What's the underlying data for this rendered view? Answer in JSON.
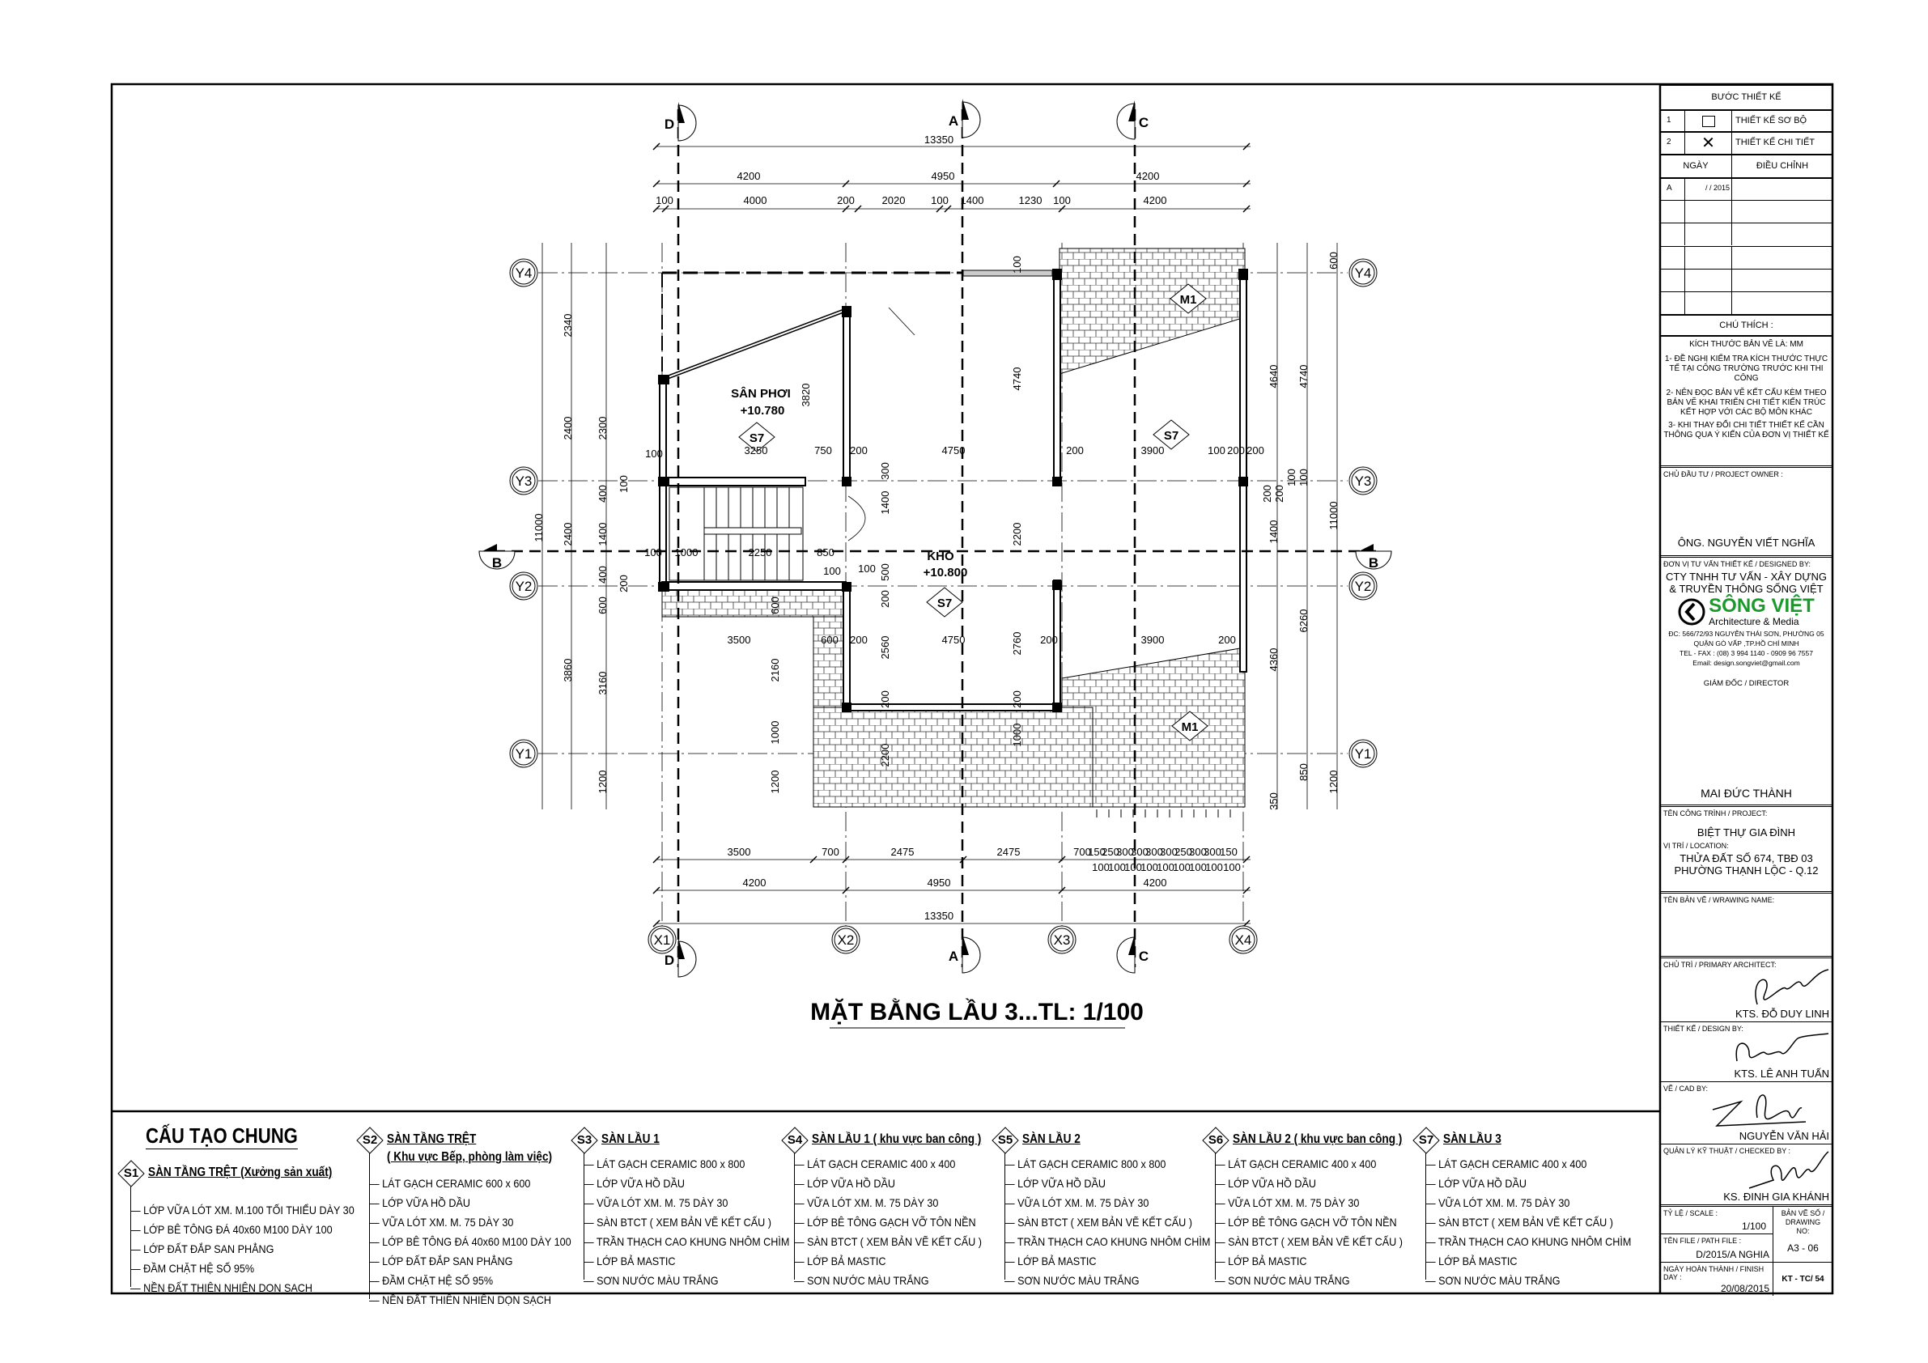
{
  "plan": {
    "title": "MẶT BẰNG LẦU 3...TL: 1/100",
    "grid_x": [
      "X1",
      "X2",
      "X3",
      "X4"
    ],
    "grid_y": [
      "Y4",
      "Y3",
      "Y2",
      "Y1"
    ],
    "sections": {
      "d": "D",
      "a": "A",
      "c": "C",
      "b": "B"
    },
    "rooms": [
      {
        "name": "SÂN PHƠI",
        "level": "+10.780",
        "tag": "S7"
      },
      {
        "name": "KHO",
        "level": "+10.800",
        "tag": "S7"
      }
    ],
    "tags": [
      "S7",
      "M1",
      "M1"
    ],
    "dims": {
      "top_total": "13350",
      "top_row2": [
        "4200",
        "4950",
        "4200"
      ],
      "top_row3": [
        "100",
        "4000",
        "200",
        "2020",
        "100",
        "1400",
        "1230",
        "100",
        "4200"
      ],
      "bottom_row1": [
        "3500",
        "700",
        "2475",
        "2475",
        "700",
        "150",
        "250",
        "300",
        "300",
        "300",
        "300",
        "250",
        "300",
        "300",
        "150"
      ],
      "bottom_row1_sub": [
        "100",
        "100",
        "100",
        "100",
        "100",
        "100",
        "100",
        "100",
        "100"
      ],
      "bottom_row2": [
        "4200",
        "4950",
        "4200"
      ],
      "bottom_total": "13350",
      "interior_h": [
        "3250",
        "750",
        "200",
        "4750",
        "200",
        "3900",
        "100",
        "200",
        "200",
        "100",
        "100",
        "1000",
        "2250",
        "850",
        "100",
        "100",
        "3500",
        "600",
        "200",
        "4750",
        "200",
        "3900",
        "200"
      ],
      "interior_v": [
        "3820",
        "4740",
        "100",
        "2200",
        "2760",
        "2560",
        "200",
        "500",
        "200",
        "200",
        "1400",
        "300",
        "2160",
        "1000",
        "1200",
        "2200",
        "1000",
        "600"
      ],
      "left_v": [
        "2340",
        "2400",
        "2300",
        "11000",
        "2400",
        "1400",
        "400",
        "100",
        "400",
        "200",
        "600",
        "3860",
        "3160",
        "1200"
      ],
      "right_v": [
        "600",
        "4640",
        "4740",
        "11000",
        "1400",
        "6260",
        "4360",
        "850",
        "1200",
        "350",
        "100",
        "100",
        "200",
        "200"
      ]
    }
  },
  "legend": {
    "title": "CẤU TẠO CHUNG",
    "sections": [
      {
        "tag": "S1",
        "title": "SÀN TẦNG TRỆT (Xưởng sản xuất)",
        "items": [
          "LỚP VỮA LÓT XM. M.100 TỐI THIỂU DÀY 30",
          "LỚP BÊ TÔNG ĐÁ 40x60 M100  DÀY 100",
          "LỚP ĐẤT ĐẮP SAN PHẲNG",
          "ĐẦM CHẶT HỆ SỐ 95%",
          "NỀN ĐẤT THIÊN NHIÊN DỌN SẠCH"
        ]
      },
      {
        "tag": "S2",
        "title": "SÀN TẦNG TRỆT",
        "subtitle": "( Khu vực Bếp, phòng làm việc)",
        "items": [
          "LÁT GẠCH CERAMIC  600 x 600",
          "LỚP VỮA HỒ DẦU",
          "VỮA LÓT XM. M. 75 DÀY 30",
          "LỚP BÊ TÔNG ĐÁ 40x60 M100  DÀY 100",
          "LỚP ĐẤT ĐẮP SAN PHẲNG",
          "ĐẦM CHẶT HỆ SỐ 95%",
          "NỀN ĐẤT THIÊN NHIÊN DỌN SẠCH"
        ]
      },
      {
        "tag": "S3",
        "title": "SÀN LẦU 1",
        "items": [
          "LÁT GẠCH CERAMIC 800 x 800",
          "LỚP VỮA HỒ DẦU",
          "VỮA LÓT XM. M. 75 DÀY 30",
          "SÀN  BTCT ( XEM BẢN VẼ KẾT CẤU )",
          "TRẦN THẠCH CAO KHUNG NHÔM CHÌM",
          "LỚP BẢ MASTIC",
          "SƠN NƯỚC MÀU TRẮNG"
        ]
      },
      {
        "tag": "S4",
        "title": "SÀN LẦU 1 ( khu vực ban công )",
        "items": [
          "LÁT GẠCH CERAMIC 400 x 400",
          "LỚP VỮA HỒ DẦU",
          "VỮA LÓT XM. M. 75 DÀY 30",
          "LỚP BÊ TÔNG GẠCH VỠ TÔN NỀN",
          "SÀN  BTCT ( XEM BẢN VẼ KẾT CẤU )",
          "LỚP BẢ MASTIC",
          "SƠN NƯỚC MÀU TRẮNG"
        ]
      },
      {
        "tag": "S5",
        "title": "SÀN LẦU 2",
        "items": [
          "LÁT GẠCH CERAMIC 800 x 800",
          "LỚP VỮA HỒ DẦU",
          "VỮA LÓT XM. M. 75 DÀY 30",
          "SÀN  BTCT ( XEM BẢN VẼ KẾT CẤU )",
          "TRẦN THẠCH CAO KHUNG NHÔM CHÌM",
          "LỚP BẢ MASTIC",
          "SƠN NƯỚC MÀU TRẮNG"
        ]
      },
      {
        "tag": "S6",
        "title": "SÀN LẦU 2 ( khu vực ban công )",
        "items": [
          "LÁT GẠCH CERAMIC 400 x 400",
          "LỚP VỮA HỒ DẦU",
          "VỮA LÓT XM. M. 75 DÀY 30",
          "LỚP BÊ TÔNG GẠCH VỠ TÔN NỀN",
          "SÀN  BTCT ( XEM BẢN VẼ KẾT CẤU )",
          "LỚP BẢ MASTIC",
          "SƠN NƯỚC MÀU TRẮNG"
        ]
      },
      {
        "tag": "S7",
        "title": "SÀN LẦU 3",
        "items": [
          "LÁT GẠCH CERAMIC 400 x 400",
          "LỚP VỮA HỒ DẦU",
          "VỮA LÓT XM. M. 75 DÀY 30",
          "SÀN  BTCT ( XEM BẢN VẼ KẾT CẤU )",
          "TRẦN THẠCH CAO KHUNG NHÔM CHÌM",
          "LỚP BẢ MASTIC",
          "SƠN NƯỚC MÀU TRẮNG"
        ]
      }
    ]
  },
  "title_block": {
    "step_title": "BƯỚC THIẾT KẾ",
    "steps": [
      {
        "num": "1",
        "label": "THIẾT KẾ SƠ BỘ",
        "checked": false
      },
      {
        "num": "2",
        "label": "THIẾT KẾ CHI TIẾT",
        "checked": true
      }
    ],
    "date_header": "NGÀY",
    "revision_header": "ĐIỀU CHỈNH",
    "revision_rows": [
      {
        "code": "A",
        "date": "/    / 2015"
      }
    ],
    "notes_title": "CHÚ THÍCH :",
    "notes_unit": "KÍCH THƯỚC BẢN VẼ LÀ: MM",
    "notes": [
      "1- ĐỀ NGHỊ KIỂM TRA KÍCH THƯỚC THỰC TẾ TẠI CÔNG TRƯỜNG TRƯỚC KHI THI CÔNG",
      "2- NÊN ĐỌC BẢN VẼ KẾT CẤU KÈM THEO BẢN VẼ KHAI TRIỂN CHI TIẾT KIẾN TRÚC KẾT HỢP VỚI CÁC BỘ MÔN KHÁC",
      "3- KHI THAY ĐỔI CHI TIẾT THIẾT KẾ CẦN THÔNG QUA Ý KIẾN CỦA ĐƠN VỊ THIẾT KẾ"
    ],
    "owner_label": "CHỦ ĐẦU TƯ / PROJECT OWNER :",
    "owner": "ÔNG. NGUYỄN VIẾT NGHĨA",
    "designer_label": "ĐƠN VỊ TƯ VẤN THIẾT KẾ / DESIGNED BY:",
    "company": "CTY TNHH TƯ VẤN - XÂY DỰNG & TRUYỀN THÔNG SỐNG VIỆT",
    "logo_text": "SÔNG VIỆT",
    "logo_sub": "Architecture & Media",
    "address": "ĐC: 566/72/93 NGUYỄN THÁI SƠN, PHƯỜNG 05",
    "district": "QUẬN GÒ VẤP ,TP.HỒ CHÍ MINH",
    "phone": "TEL - FAX : (08) 3 994 1140 - 0909 96 7557",
    "email": "Email: design.songviet@gmail.com",
    "director_label": "GIÁM ĐỐC / DIRECTOR",
    "director": "MAI ĐỨC THÀNH",
    "project_label": "TÊN CÔNG TRÌNH / PROJECT:",
    "project": "BIỆT THỰ GIA ĐÌNH",
    "location_label": "VỊ TRÍ / LOCATION:",
    "location1": "THỬA ĐẤT SỐ 674, TBĐ 03",
    "location2": "PHƯỜNG THẠNH LỘC - Q.12",
    "drawing_name_label": "TÊN BẢN VẼ / WRAWING NAME:",
    "architect_label": "CHỦ TRÌ / PRIMARY ARCHITECT:",
    "architect": "KTS. ĐỖ DUY LINH",
    "design_label": "THIẾT KẾ / DESIGN BY:",
    "design": "KTS. LÊ ANH TUẤN",
    "cad_label": "VẼ / CAD BY:",
    "cad": "NGUYỄN VĂN HẢI",
    "checked_label": "QUẢN LÝ KỸ THUẬT / CHECKED BY :",
    "checked": "KS. ĐINH GIA KHÁNH",
    "scale_label": "TỶ LỆ / SCALE :",
    "scale": "1/100",
    "drawing_no_label": "BẢN VẼ SỐ / DRAWING NO:",
    "drawing_no": "A3 - 06",
    "path_label": "TÊN FILE / PATH FILE :",
    "path": "D/2015/A NGHIA",
    "finish_label": "NGÀY HOÀN THÀNH / FINISH DAY :",
    "finish": "20/08/2015",
    "sheet_code": "KT - TC/ 54"
  },
  "colors": {
    "logo_green": "#1a9a2a",
    "line": "#000000"
  }
}
